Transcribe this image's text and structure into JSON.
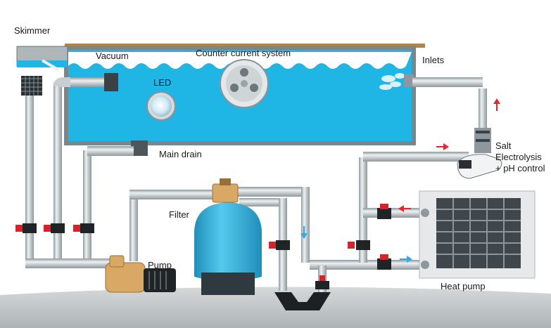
{
  "labels": {
    "skimmer": "Skimmer",
    "vacuum": "Vacuum",
    "counter_current": "Counter current system",
    "inlets": "Inlets",
    "led": "LED",
    "main_drain": "Main drain",
    "salt_line1": "Salt",
    "salt_line2": "Electrolysis",
    "salt_line3": "+ pH control",
    "filter": "Filter",
    "pump": "Pump",
    "heat_pump": "Heat pump"
  },
  "colors": {
    "water": "#1fb6e6",
    "water_light": "#7fd6f2",
    "pipe": "#c9cfd1",
    "pipe_dark": "#5f6a70",
    "deck": "#b5844a",
    "ground": "#c8cbcc",
    "valve_red": "#d8222a",
    "flow_red": "#e8242c",
    "flow_blue": "#35a9e0",
    "filter_tank": "#3cb4dc",
    "pump_body": "#d9a865",
    "heat_pump_body": "#e6e8ea",
    "grille": "#3f474c"
  },
  "icons": {
    "flow_arrow_up": "arrow-up-icon",
    "flow_arrow_right": "arrow-right-icon",
    "flow_arrow_left": "arrow-left-icon",
    "flow_arrow_down": "arrow-down-icon",
    "valve": "valve-icon"
  }
}
